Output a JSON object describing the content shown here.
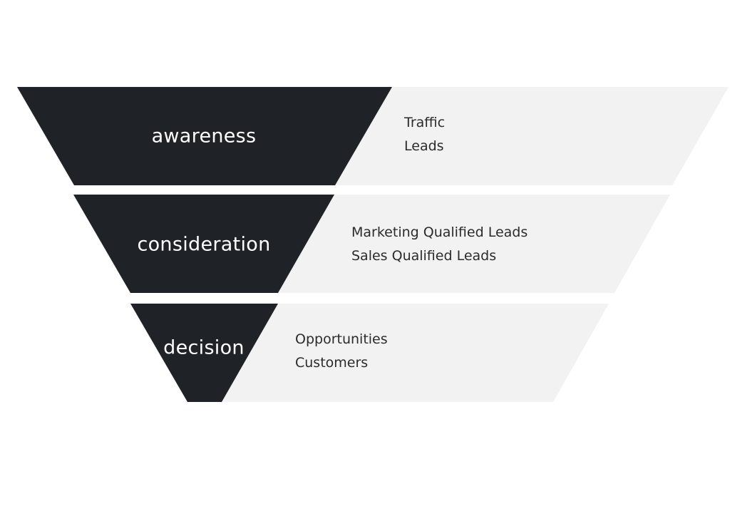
{
  "colors": {
    "stage_fill": "#1f2328",
    "panel_fill": "#f2f2f2",
    "label_text": "#ffffff",
    "metric_text": "#2b2b2b",
    "background": "#ffffff"
  },
  "stages": [
    {
      "label": "awareness",
      "metrics": [
        "Traffic",
        "Leads"
      ]
    },
    {
      "label": "consideration",
      "metrics": [
        "Marketing Qualified Leads",
        "Sales Qualified Leads"
      ]
    },
    {
      "label": "decision",
      "metrics": [
        "Opportunities",
        "Customers"
      ]
    }
  ]
}
